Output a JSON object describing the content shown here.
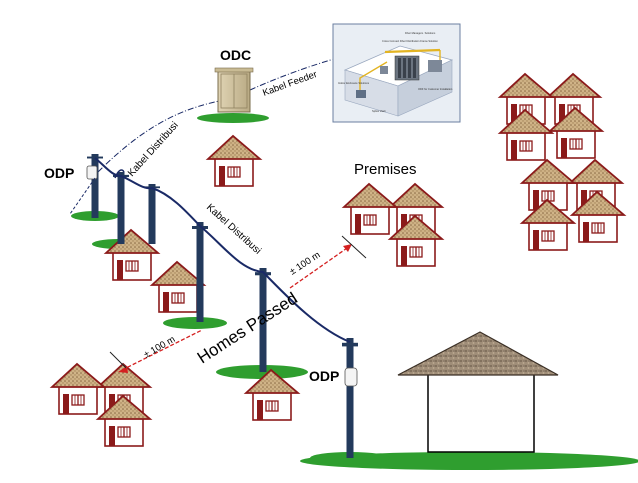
{
  "labels": {
    "odc": "ODC",
    "odp_top": "ODP",
    "odp_bottom": "ODP",
    "premises": "Premises",
    "homes_passed": "Homes Passed",
    "kabel_feeder": "Kabel Feeder",
    "kabel_distribusi_upper": "Kabel Distribusi",
    "kabel_distribusi_lower": "Kabel Distribusi",
    "distance_upper": "± 100 m",
    "distance_lower": "± 100 m"
  },
  "inset_diagram": {
    "notes": [
      "Fiber Managem. Solutions",
      "Cross Connect Fiber Distribution Frame Solution",
      "Indoor Enclosure Solutions",
      "ODF for Customer Installation",
      "Splice Vault"
    ]
  },
  "colors": {
    "house_roof": "#c7a77a",
    "house_roof_dots": "#8a6a45",
    "house_border": "#8b1a1a",
    "pole": "#233a5c",
    "cable": "#1a2a66",
    "grass": "#2f9e2f",
    "distance_arrow": "#d42020"
  }
}
